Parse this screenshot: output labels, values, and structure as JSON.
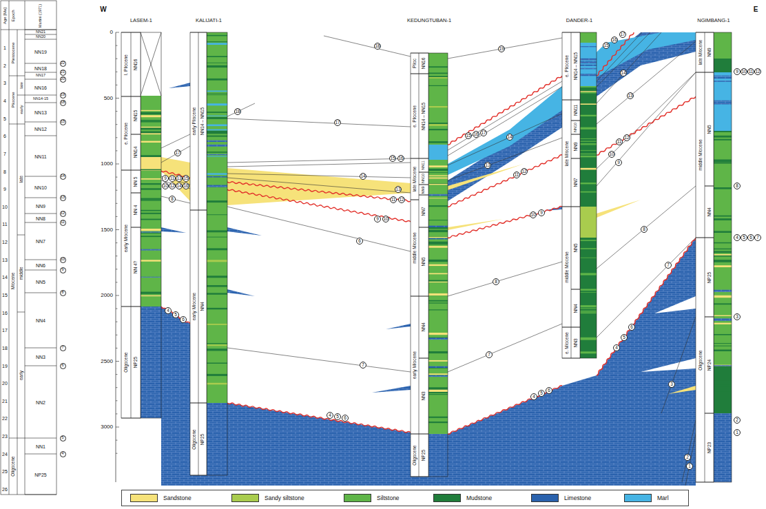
{
  "diagram": {
    "labels": [
      "Age [Ma]",
      "Epoch",
      "Martini (1971)",
      "1",
      "2",
      "3",
      "4",
      "5",
      "6",
      "7",
      "8",
      "9",
      "10",
      "11",
      "12",
      "13",
      "14",
      "15",
      "16",
      "17",
      "18",
      "19",
      "20",
      "21",
      "22",
      "23",
      "24",
      "25",
      "26",
      "Pleistocene",
      "Pliocene",
      "Miocene",
      "Oligocene",
      "late",
      "early",
      "late",
      "middle",
      "early",
      "NN21",
      "NN20",
      "NN19",
      "NN18",
      "NN17",
      "NN16",
      "NN14-15",
      "NN13",
      "NN12",
      "NN11",
      "NN10",
      "NN9",
      "NN8",
      "NN7",
      "NN6",
      "NN5",
      "NN4",
      "NN3",
      "NN2",
      "NN1",
      "NP25",
      "22",
      "21",
      "20",
      "19",
      "18",
      "15",
      "14",
      "13",
      "12",
      "11",
      "10",
      "9",
      "8",
      "7",
      "6",
      "5",
      "4",
      "W",
      "E",
      "0",
      "500",
      "1000",
      "1500",
      "2000",
      "2500",
      "3000",
      "LASEM-1",
      "KALIJATI-1",
      "KEDUNGTUBAN-1",
      "DANDER-1",
      "NGIMBANG-1",
      "l. Pliocene",
      "e. Pliocene",
      "early Miocene",
      "Oligocene",
      "NN16",
      "NN15",
      "NN14",
      "NN 5",
      "NN 4",
      "NN 4?",
      "NP25",
      "early Pliocene",
      "early Miocene",
      "Oligocene",
      "NN14 – NN15",
      "NN4",
      "NP25",
      "Plioc",
      "e. Pliocene",
      "late Miocene",
      "middle Miocene",
      "early Miocene",
      "Oligocene",
      "NN16",
      "NN14 – NN15",
      "NN11",
      "NN10",
      "NN9",
      "NN7",
      "NN5",
      "NN4",
      "NN3",
      "NP25",
      "e. Pliocene",
      "late Miocene",
      "middle Miocene",
      "e. Miocene",
      "NN14 – NN15",
      "NN11",
      "NN10",
      "NN9",
      "NN7",
      "NN5",
      "NN4",
      "NN3",
      "late Miocene",
      "middle Miocene",
      "Oligocene",
      "NN9",
      "NN5",
      "NN4",
      "NP25",
      "NP24",
      "NP23",
      "18",
      "17",
      "9",
      "11",
      "13",
      "15",
      "10",
      "12",
      "14",
      "16",
      "8",
      "4",
      "5",
      "6",
      "17",
      "18",
      "15",
      "16",
      "14",
      "13",
      "11",
      "12",
      "9",
      "10",
      "6",
      "7",
      "4",
      "5",
      "6",
      "19",
      "15",
      "16",
      "17",
      "14",
      "13",
      "11",
      "12",
      "10",
      "9",
      "8",
      "7",
      "4",
      "5",
      "6",
      "15",
      "16",
      "17",
      "14",
      "13",
      "11",
      "12",
      "10",
      "9",
      "8",
      "7",
      "4",
      "5",
      "6",
      "3",
      "2",
      "1",
      "9",
      "10",
      "11",
      "12",
      "8",
      "4",
      "5",
      "6",
      "7",
      "3",
      "2",
      "1"
    ],
    "legend": [
      {
        "text": "Sandstone",
        "color": "#f6e27a"
      },
      {
        "text": "Sandy siltstone",
        "color": "#a9cc4e"
      },
      {
        "text": "Siltstone",
        "color": "#5fb548"
      },
      {
        "text": "Mudstone",
        "color": "#207d3b"
      },
      {
        "text": "Limestone",
        "color": "#2a62ad"
      },
      {
        "text": "Marl",
        "color": "#46b4e4"
      }
    ]
  }
}
